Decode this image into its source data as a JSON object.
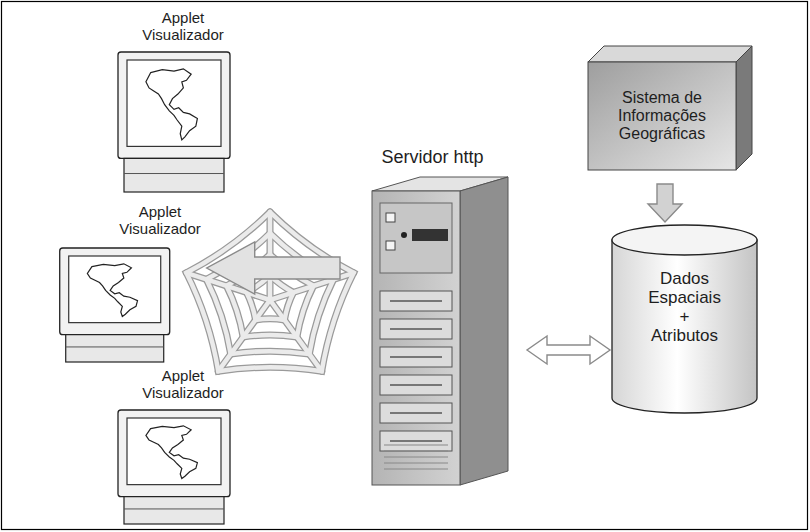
{
  "diagram": {
    "nodes": [
      {
        "text": [
          "Applet Visualizador"
        ]
      },
      {
        "text": [
          "Applet Visualizador"
        ]
      },
      {
        "text": [
          "Applet Visualizador"
        ]
      },
      {
        "text": [
          "Servidor http"
        ]
      },
      {
        "text": [
          "Sistema de Informações Geográficas"
        ]
      },
      {
        "text": [
          "Dados Espaciais + Atributos"
        ]
      }
    ],
    "edges": [
      {
        "from": 3,
        "to": 1,
        "arrow": "to"
      },
      {
        "from": 4,
        "to": 5,
        "arrow": "to"
      },
      {
        "from": 3,
        "to": 5,
        "arrow": "both"
      }
    ]
  }
}
